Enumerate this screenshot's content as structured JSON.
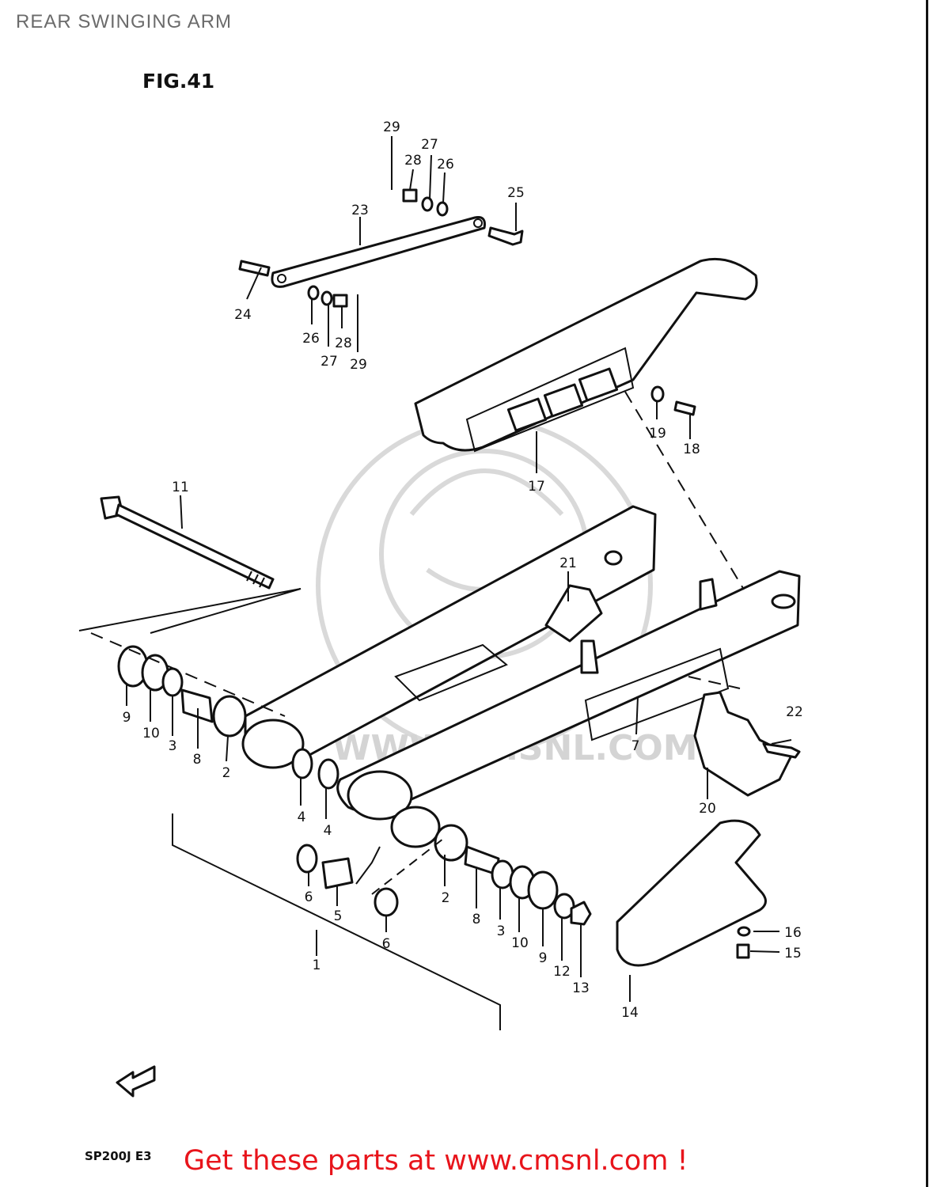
{
  "header": {
    "title": "REAR SWINGING ARM"
  },
  "figure": {
    "label": "FIG.41",
    "model_code": "SP200J E3",
    "fwd_label": "FWD"
  },
  "watermark": {
    "text": "WWW.CMSNL.COM"
  },
  "footer": {
    "cta": "Get these parts at www.cmsnl.com !"
  },
  "colors": {
    "cta": "#e8141b",
    "line": "#111111",
    "watermark": "#d4d4d4"
  },
  "callouts": [
    {
      "id": "c29a",
      "text": "29"
    },
    {
      "id": "c27a",
      "text": "27"
    },
    {
      "id": "c28a",
      "text": "28"
    },
    {
      "id": "c26a",
      "text": "26"
    },
    {
      "id": "c25",
      "text": "25"
    },
    {
      "id": "c23",
      "text": "23"
    },
    {
      "id": "c24",
      "text": "24"
    },
    {
      "id": "c26b",
      "text": "26"
    },
    {
      "id": "c28b",
      "text": "28"
    },
    {
      "id": "c27b",
      "text": "27"
    },
    {
      "id": "c29b",
      "text": "29"
    },
    {
      "id": "c19",
      "text": "19"
    },
    {
      "id": "c18",
      "text": "18"
    },
    {
      "id": "c17",
      "text": "17"
    },
    {
      "id": "c11",
      "text": "11"
    },
    {
      "id": "c21",
      "text": "21"
    },
    {
      "id": "c9a",
      "text": "9"
    },
    {
      "id": "c10a",
      "text": "10"
    },
    {
      "id": "c3a",
      "text": "3"
    },
    {
      "id": "c8a",
      "text": "8"
    },
    {
      "id": "c2a",
      "text": "2"
    },
    {
      "id": "c4a",
      "text": "4"
    },
    {
      "id": "c4b",
      "text": "4"
    },
    {
      "id": "c7",
      "text": "7"
    },
    {
      "id": "c22",
      "text": "22"
    },
    {
      "id": "c20",
      "text": "20"
    },
    {
      "id": "c6a",
      "text": "6"
    },
    {
      "id": "c5",
      "text": "5"
    },
    {
      "id": "c6b",
      "text": "6"
    },
    {
      "id": "c2b",
      "text": "2"
    },
    {
      "id": "c8b",
      "text": "8"
    },
    {
      "id": "c3b",
      "text": "3"
    },
    {
      "id": "c10b",
      "text": "10"
    },
    {
      "id": "c9b",
      "text": "9"
    },
    {
      "id": "c12",
      "text": "12"
    },
    {
      "id": "c13",
      "text": "13"
    },
    {
      "id": "c16",
      "text": "16"
    },
    {
      "id": "c15",
      "text": "15"
    },
    {
      "id": "c1",
      "text": "1"
    },
    {
      "id": "c14",
      "text": "14"
    }
  ]
}
